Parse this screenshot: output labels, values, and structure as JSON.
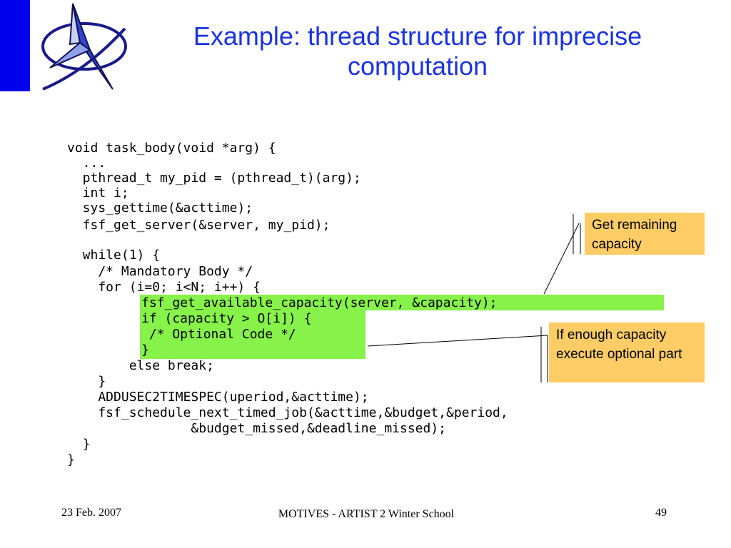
{
  "slide": {
    "title": "Example: thread structure for imprecise computation",
    "code_lines": [
      "void task_body(void *arg) {",
      "  ...",
      "  pthread_t my_pid = (pthread_t)(arg);",
      "  int i;",
      "  sys_gettime(&acttime);",
      "  fsf_get_server(&server, my_pid);",
      "",
      "  while(1) {",
      "    /* Mandatory Body */",
      "    for (i=0; i<N; i++) {",
      "fsf_get_available_capacity(server, &capacity);",
      "if (capacity > O[i]) {",
      " /* Optional Code */",
      "}",
      "        else break;",
      "    }",
      "    ADDUSEC2TIMESPEC(uperiod,&acttime);",
      "    fsf_schedule_next_timed_job(&acttime,&budget,&period,",
      "                &budget_missed,&deadline_missed);",
      "  }",
      "}"
    ],
    "callouts": {
      "capacity": "Get remaining capacity",
      "optional": "If enough capacity execute optional part"
    },
    "footer": {
      "date": "23 Feb. 2007",
      "center": "MOTIVES - ARTIST 2 Winter School",
      "page": "49"
    },
    "colors": {
      "title": "#1a33e0",
      "highlight": "#86f24a",
      "callout": "#ffcc66",
      "left_bar": "#0000ee"
    }
  }
}
